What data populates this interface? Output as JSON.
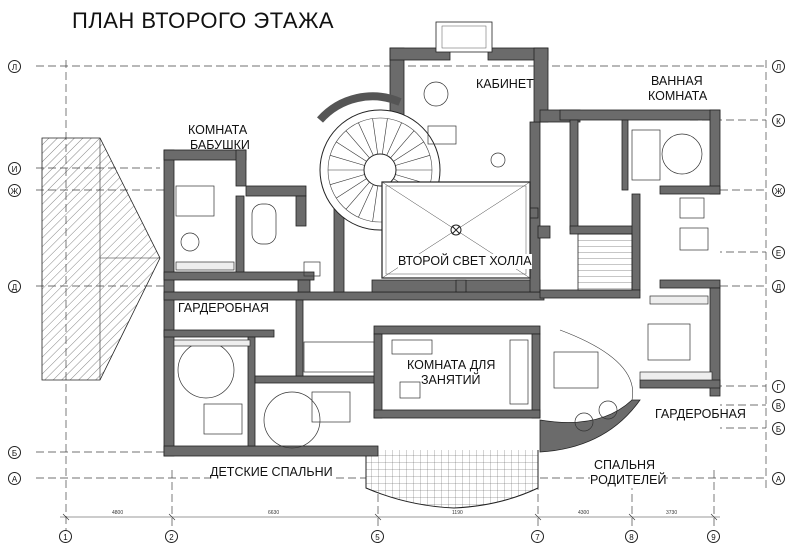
{
  "title": "ПЛАН ВТОРОГО ЭТАЖА",
  "rooms": {
    "study": "КАБИНЕТ",
    "bathroom_line1": "ВАННАЯ",
    "bathroom_line2": "КОМНАТА",
    "granny_line1": "КОМНАТА",
    "granny_line2": "БАБУШКИ",
    "hall_second_light": "ВТОРОЙ СВЕТ ХОЛЛА",
    "wardrobe_left": "ГАРДЕРОБНАЯ",
    "study_room_line1": "КОМНАТА ДЛЯ",
    "study_room_line2": "ЗАНЯТИЙ",
    "kids_bedrooms": "ДЕТСКИЕ СПАЛЬНИ",
    "wardrobe_right": "ГАРДЕРОБНАЯ",
    "parents_line1": "СПАЛЬНЯ",
    "parents_line2": "РОДИТЕЛЕЙ"
  },
  "axes": {
    "rows_left": [
      "Л",
      "И",
      "Ж",
      "Д",
      "Б",
      "А"
    ],
    "rows_right": [
      "Л",
      "К",
      "Ж",
      "Е",
      "Д",
      "Г",
      "В",
      "Б",
      "А"
    ],
    "cols": [
      "1",
      "2",
      "5",
      "7",
      "8",
      "9"
    ]
  },
  "dimensions": {
    "bottom": [
      "4800",
      "6630",
      "1190",
      "4300",
      "3730"
    ]
  }
}
